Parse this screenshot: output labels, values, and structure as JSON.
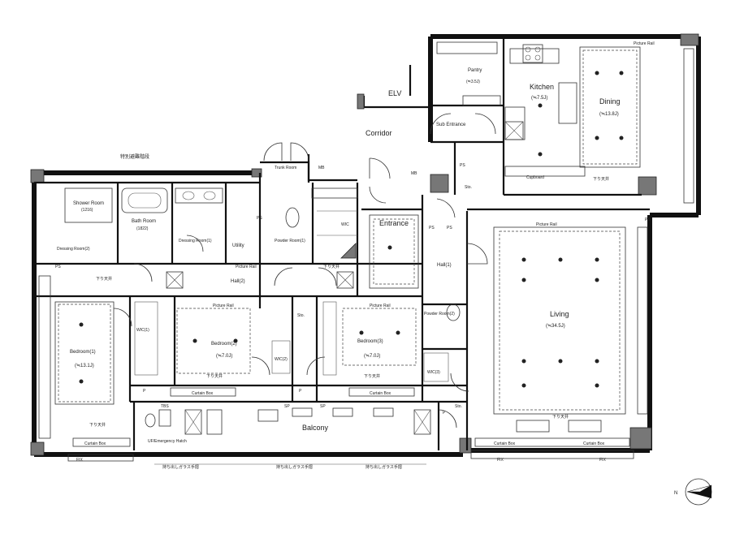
{
  "rooms": {
    "elv": "ELV",
    "corridor": "Corridor",
    "pantry": "Pantry",
    "pantry_area": "(≒3.5J)",
    "kitchen": "Kitchen",
    "kitchen_area": "(≒7.5J)",
    "dining": "Dining",
    "dining_area": "(≒13.8J)",
    "sub_entrance": "Sub Entrance",
    "shower_room": "Shower Room",
    "shower_code": "(1216)",
    "bath_room": "Bath Room",
    "bath_code": "(1822)",
    "dressing_room_1": "Dressing Room(1)",
    "dressing_room_2": "Dressing Room(2)",
    "utility": "Utility",
    "powder_room_1": "Powder Room(1)",
    "trunk_room": "Trunk Room",
    "wic": "WIC",
    "entrance": "Entrance",
    "hall_1": "Hall(1)",
    "hall_2": "Hall(2)",
    "living": "Living",
    "living_area": "(≒34.5J)",
    "bedroom_1": "Bedroom(1)",
    "bedroom_1_area": "(≒13.1J)",
    "bedroom_2": "Bedroom(2)",
    "bedroom_2_area": "(≒7.0J)",
    "bedroom_3": "Bedroom(3)",
    "bedroom_3_area": "(≒7.0J)",
    "wic_1": "WIC(1)",
    "wic_2": "WIC(2)",
    "wic_3": "WIC(3)",
    "powder_room_2": "Powder Room(2)",
    "balcony": "Balcony",
    "emergency_hatch": "UF/Emergency Hatch"
  },
  "labels": {
    "special_stairs": "特別避難階段",
    "curtain_box": "Curtain Box",
    "picture_rail": "Picture Rail",
    "sagari_tenjo": "下り天井",
    "glass_rail": "持ち出しガラス手摺",
    "ps": "PS",
    "mb": "MB",
    "sto": "Sto.",
    "tbs": "TBS",
    "sp": "SP",
    "cupboard": "Cupboard",
    "p": "P",
    "fix": "FIX"
  },
  "compass": {
    "north": "N"
  }
}
